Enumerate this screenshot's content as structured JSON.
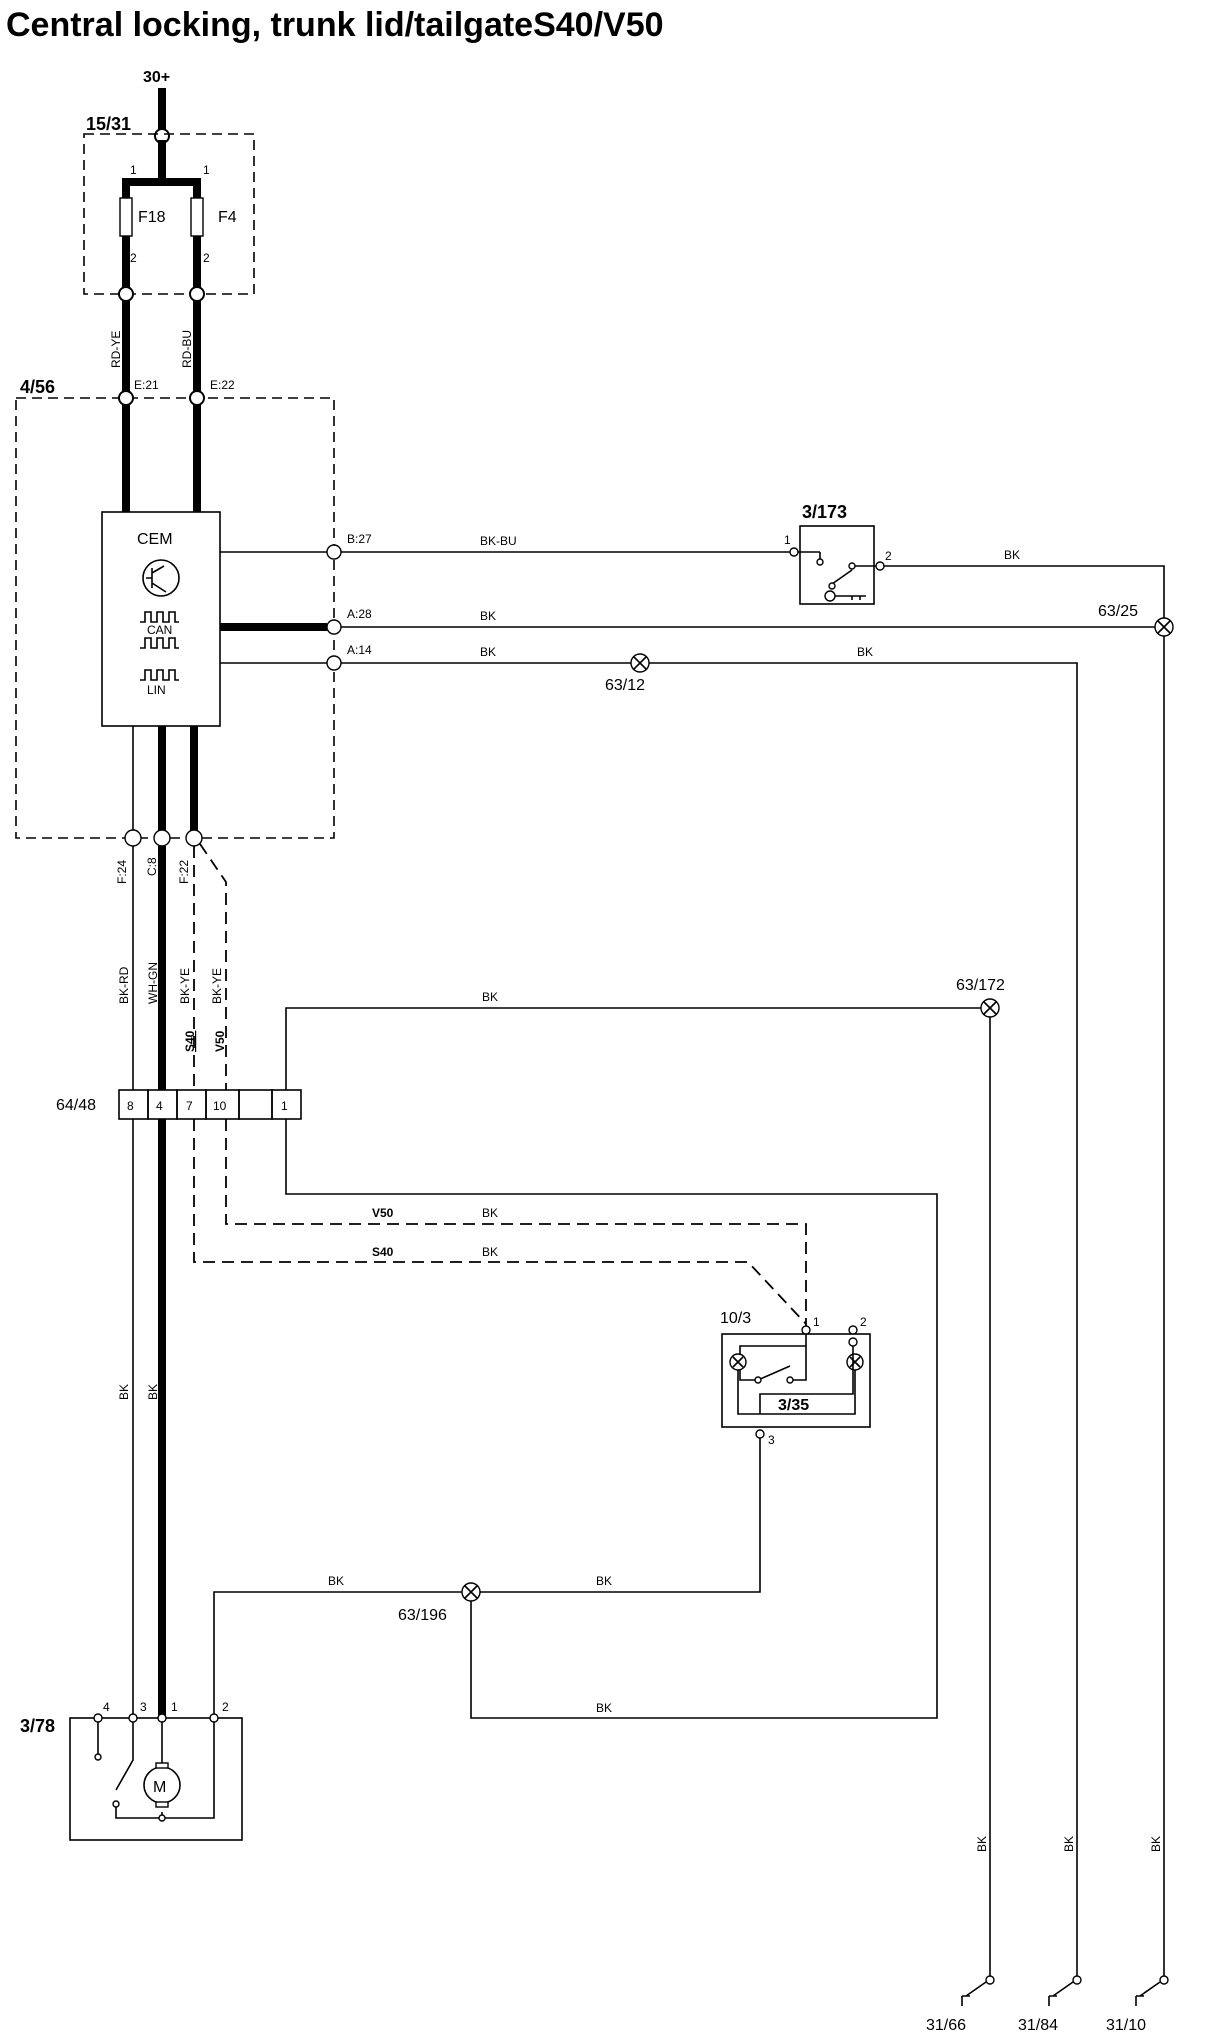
{
  "title": "Central locking, trunk lid/tailgateS40/V50",
  "supply": "30+",
  "fuse_box": {
    "id": "15/31",
    "fuses": [
      "F18",
      "F4"
    ]
  },
  "cem": {
    "id": "4/56",
    "name": "CEM",
    "can_label": "CAN",
    "lin_label": "LIN",
    "connectors": [
      "E:21",
      "E:22",
      "B:27",
      "A:28",
      "A:14",
      "F:24",
      "C:8",
      "F:22"
    ]
  },
  "wires": {
    "rd_ye": "RD-YE",
    "rd_bu": "RD-BU",
    "bk_bu": "BK-BU",
    "bk": "BK",
    "bk_rd": "BK-RD",
    "wh_gn": "WH-GN",
    "bk_ye": "BK-YE"
  },
  "variants": {
    "s40": "S40",
    "v50": "V50"
  },
  "switch_3_173": "3/173",
  "connector_64_48": {
    "id": "64/48",
    "pins": [
      "8",
      "4",
      "7",
      "10",
      "",
      "1"
    ]
  },
  "switch_10_3": "10/3",
  "switch_3_35": "3/35",
  "motor_3_78": {
    "id": "3/78",
    "motor": "M"
  },
  "splices": [
    "63/25",
    "63/12",
    "63/172",
    "63/196"
  ],
  "grounds": [
    "31/66",
    "31/84",
    "31/10"
  ],
  "pins": {
    "p1": "1",
    "p2": "2",
    "p3": "3",
    "p4": "4"
  }
}
